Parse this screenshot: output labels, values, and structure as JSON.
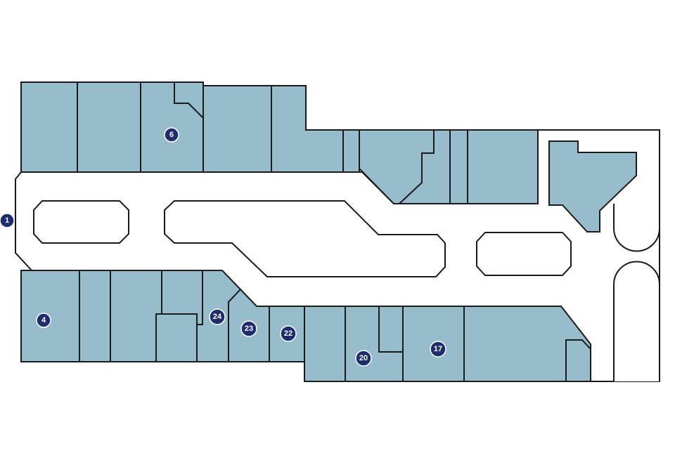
{
  "colors": {
    "unit_fill": "#97bccb",
    "outline": "#1a1a1a",
    "marker": "#1e2d6e",
    "marker_text": "#ffffff",
    "background": "#ffffff"
  },
  "markers": [
    {
      "id": "marker-1",
      "label": "1"
    },
    {
      "id": "marker-4",
      "label": "4"
    },
    {
      "id": "marker-6",
      "label": "6"
    },
    {
      "id": "marker-17",
      "label": "17"
    },
    {
      "id": "marker-20",
      "label": "20"
    },
    {
      "id": "marker-22",
      "label": "22"
    },
    {
      "id": "marker-23",
      "label": "23"
    },
    {
      "id": "marker-24",
      "label": "24"
    }
  ]
}
